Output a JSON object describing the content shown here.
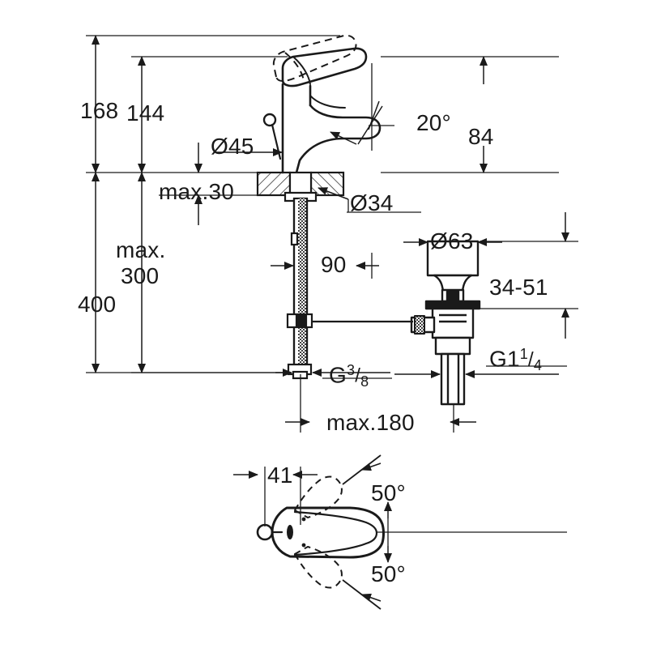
{
  "drawing": {
    "title": "Single-lever basin mixer technical dimension drawing",
    "line_color": "#1a1a1a",
    "background_color": "#ffffff",
    "views": [
      {
        "name": "front-elevation-view",
        "label": ""
      },
      {
        "name": "top-plan-view",
        "label": ""
      }
    ]
  },
  "dimensions": {
    "height_168": "168",
    "height_144": "144",
    "max_30": "max.30",
    "dia_45": "Ø45",
    "angle_20": "20°",
    "depth_84": "84",
    "dia_34": "Ø34",
    "max_300_line1": "max.",
    "max_300_line2": "300",
    "height_400": "400",
    "length_90": "90",
    "dia_63": "Ø63",
    "range_34_51": "34-51",
    "thread_g38_prefix": "G",
    "thread_g38_num": "3",
    "thread_g38_slash": "/",
    "thread_g38_den": "8",
    "thread_g114_prefix": "G1",
    "thread_g114_num": "1",
    "thread_g114_slash": "/",
    "thread_g114_den": "4",
    "max_180": "max.180",
    "width_41": "41",
    "angle_50_upper": "50°",
    "angle_50_lower": "50°"
  }
}
